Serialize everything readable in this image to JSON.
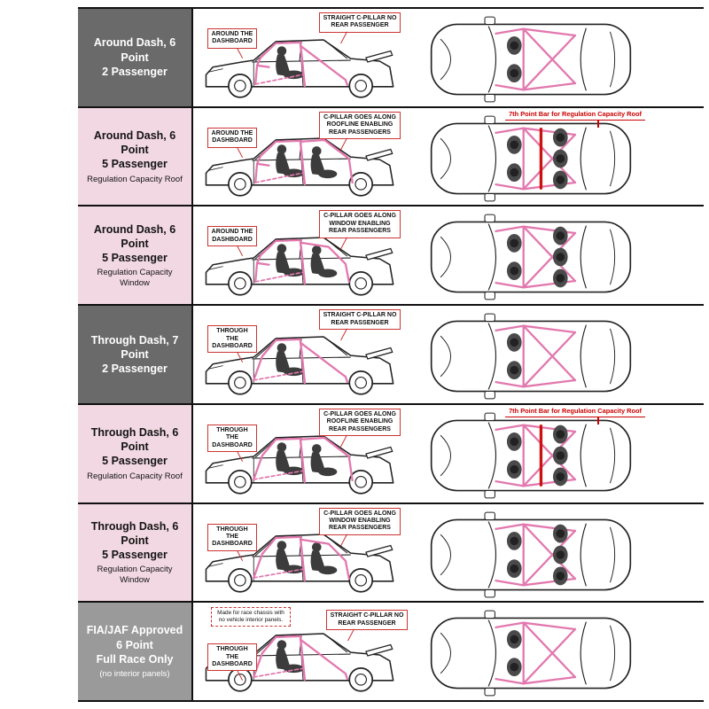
{
  "colors": {
    "cage_pink": "#e278ae",
    "callout_border_red": "#cc3333",
    "note_red": "#cc0000",
    "dark_label_bg": "#6a6a6a",
    "pink_label_bg": "#f2d8e2",
    "gray_label_bg": "#9a9a9a"
  },
  "rows": [
    {
      "theme": "dark",
      "label": {
        "line1": "Around Dash, 6 Point",
        "line2": "2 Passenger"
      },
      "callouts": {
        "dash": "AROUND THE DASHBOARD",
        "pillar": "STRAIGHT C-PILLAR NO REAR PASSENGER"
      }
    },
    {
      "theme": "pink",
      "label": {
        "line1": "Around Dash, 6 Point",
        "line2": "5 Passenger",
        "line3": "Regulation Capacity Roof"
      },
      "callouts": {
        "dash": "AROUND THE DASHBOARD",
        "pillar": "C-PILLAR GOES ALONG ROOFLINE ENABLING REAR PASSENGERS"
      },
      "red_note": "7th Point Bar for Regulation Capacity Roof"
    },
    {
      "theme": "pink",
      "label": {
        "line1": "Around Dash, 6 Point",
        "line2": "5 Passenger",
        "line3": "Regulation Capacity Window"
      },
      "callouts": {
        "dash": "AROUND THE DASHBOARD",
        "pillar": "C-PILLAR GOES ALONG WINDOW ENABLING REAR PASSENGERS"
      }
    },
    {
      "theme": "dark",
      "label": {
        "line1": "Through Dash, 7 Point",
        "line2": "2 Passenger"
      },
      "callouts": {
        "dash": "THROUGH THE DASHBOARD",
        "pillar": "STRAIGHT C-PILLAR NO REAR PASSENGER"
      }
    },
    {
      "theme": "pink",
      "label": {
        "line1": "Through Dash, 6 Point",
        "line2": "5 Passenger",
        "line3": "Regulation Capacity Roof"
      },
      "callouts": {
        "dash": "THROUGH THE DASHBOARD",
        "pillar": "C-PILLAR GOES ALONG ROOFLINE ENABLING REAR PASSENGERS"
      },
      "red_note": "7th Point Bar for Regulation Capacity Roof"
    },
    {
      "theme": "pink",
      "label": {
        "line1": "Through Dash, 6 Point",
        "line2": "5 Passenger",
        "line3": "Regulation Capacity Window"
      },
      "callouts": {
        "dash": "THROUGH THE DASHBOARD",
        "pillar": "C-PILLAR GOES ALONG WINDOW ENABLING REAR PASSENGERS"
      }
    },
    {
      "theme": "gray",
      "label": {
        "line1": "FIA/JAF Approved",
        "line2": "6 Point",
        "line3": "Full Race Only",
        "line4": "(no interior panels)"
      },
      "callouts": {
        "dash": "THROUGH THE DASHBOARD",
        "pillar": "STRAIGHT C-PILLAR NO REAR PASSENGER"
      },
      "race_note": "Made for race chassis with no vehicle interior panels."
    }
  ]
}
